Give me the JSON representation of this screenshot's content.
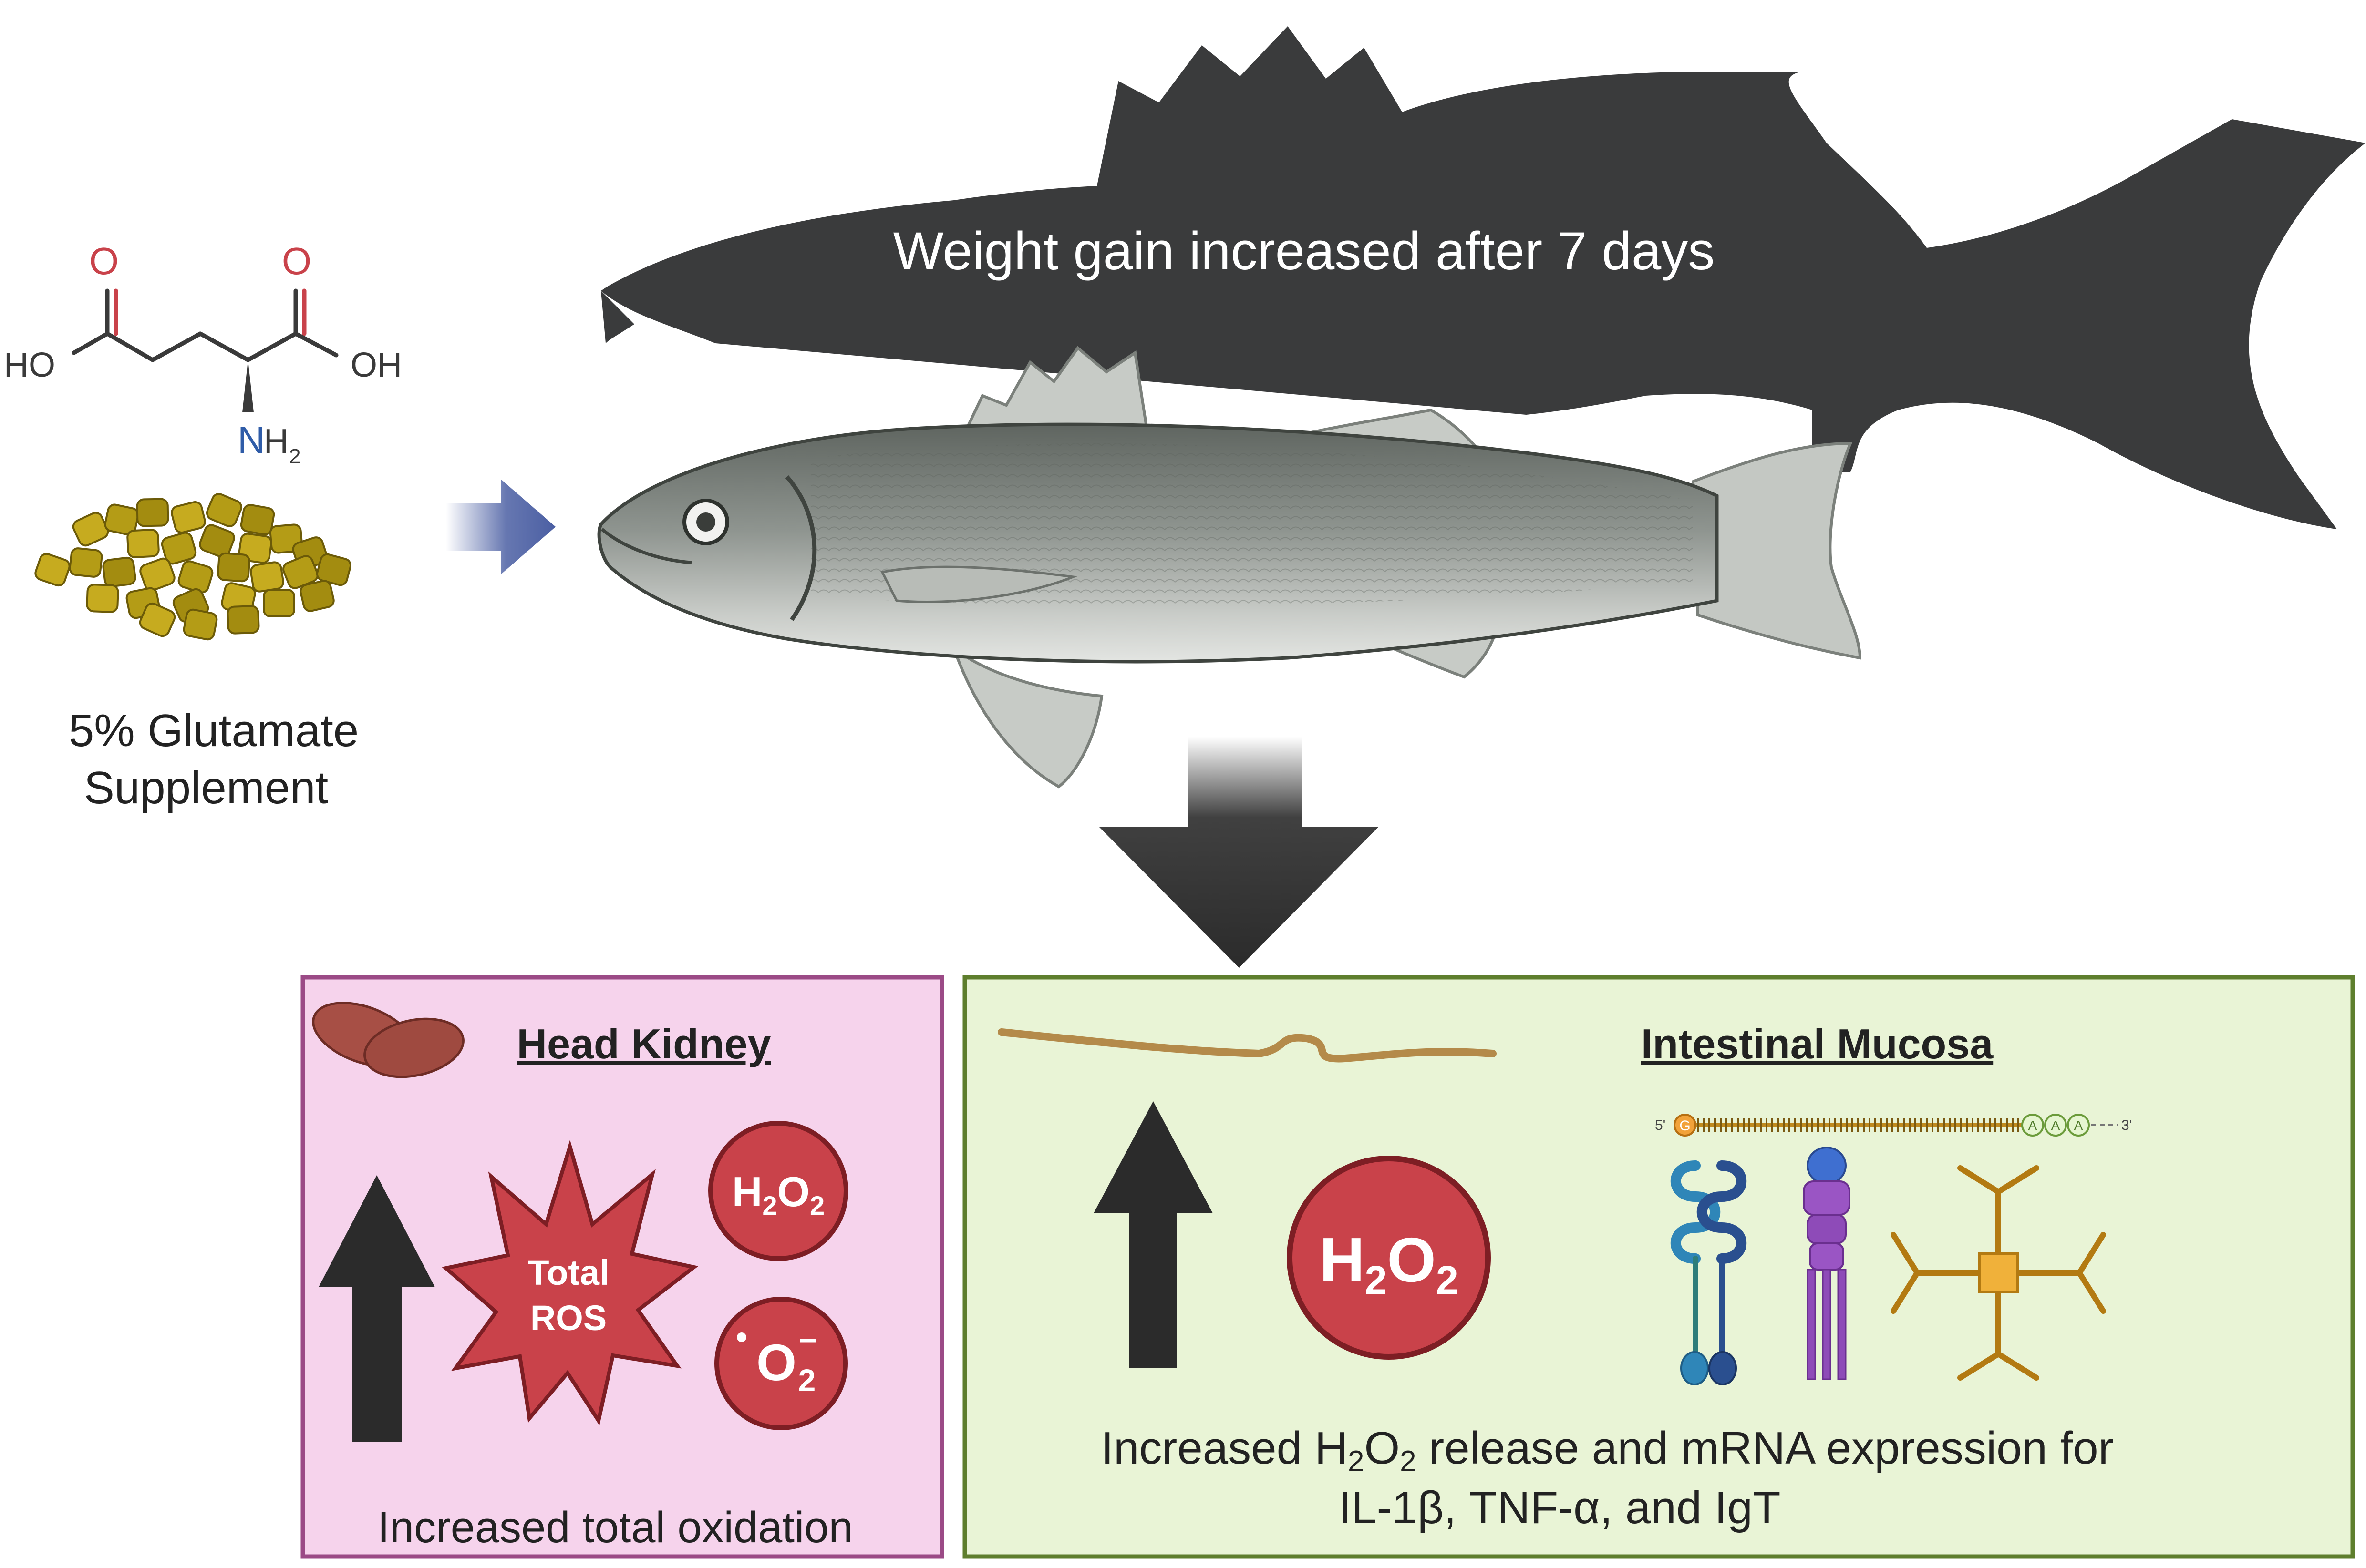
{
  "supplement": {
    "atoms": {
      "o_left": "O",
      "o_right": "O",
      "ho": "HO",
      "oh": "OH",
      "n": "N",
      "h": "H",
      "sub2": "2"
    },
    "label_line1": "5% Glutamate",
    "label_line2": "Supplement"
  },
  "fish": {
    "weight_text": "Weight gain increased after 7 days"
  },
  "head_kidney": {
    "title": "Head Kidney",
    "ros_line1": "Total",
    "ros_line2": "ROS",
    "h2o2": {
      "h": "H",
      "sub1": "2",
      "o": "O",
      "sub2": "2"
    },
    "superoxide": {
      "o": "O",
      "sub": "2",
      "sup": "–"
    },
    "caption": "Increased total oxidation"
  },
  "intestinal_mucosa": {
    "title": "Intestinal Mucosa",
    "h2o2": {
      "h": "H",
      "sub1": "2",
      "o": "O",
      "sub2": "2"
    },
    "mrna": {
      "five_prime": "5'",
      "cap": "G",
      "poly_a": [
        "A",
        "A",
        "A"
      ],
      "three_prime": "3'"
    },
    "caption_line1_pre": "Increased H",
    "caption_sub1": "2",
    "caption_o": "O",
    "caption_sub2": "2",
    "caption_line1_post": " release and mRNA expression for",
    "caption_line2": "IL-1β,  TNF-α, and IgT"
  },
  "colors": {
    "pink_panel": "#f6d3ec",
    "pink_border": "#9b4a86",
    "green_panel": "#e9f4d6",
    "green_border": "#5e7e2d",
    "red_shape": "#c9424a",
    "dark_red_border": "#8a1e24",
    "pellet": "#b49c16",
    "blue_arrow": "#4b5fa3",
    "silhouette": "#3a3b3c"
  }
}
